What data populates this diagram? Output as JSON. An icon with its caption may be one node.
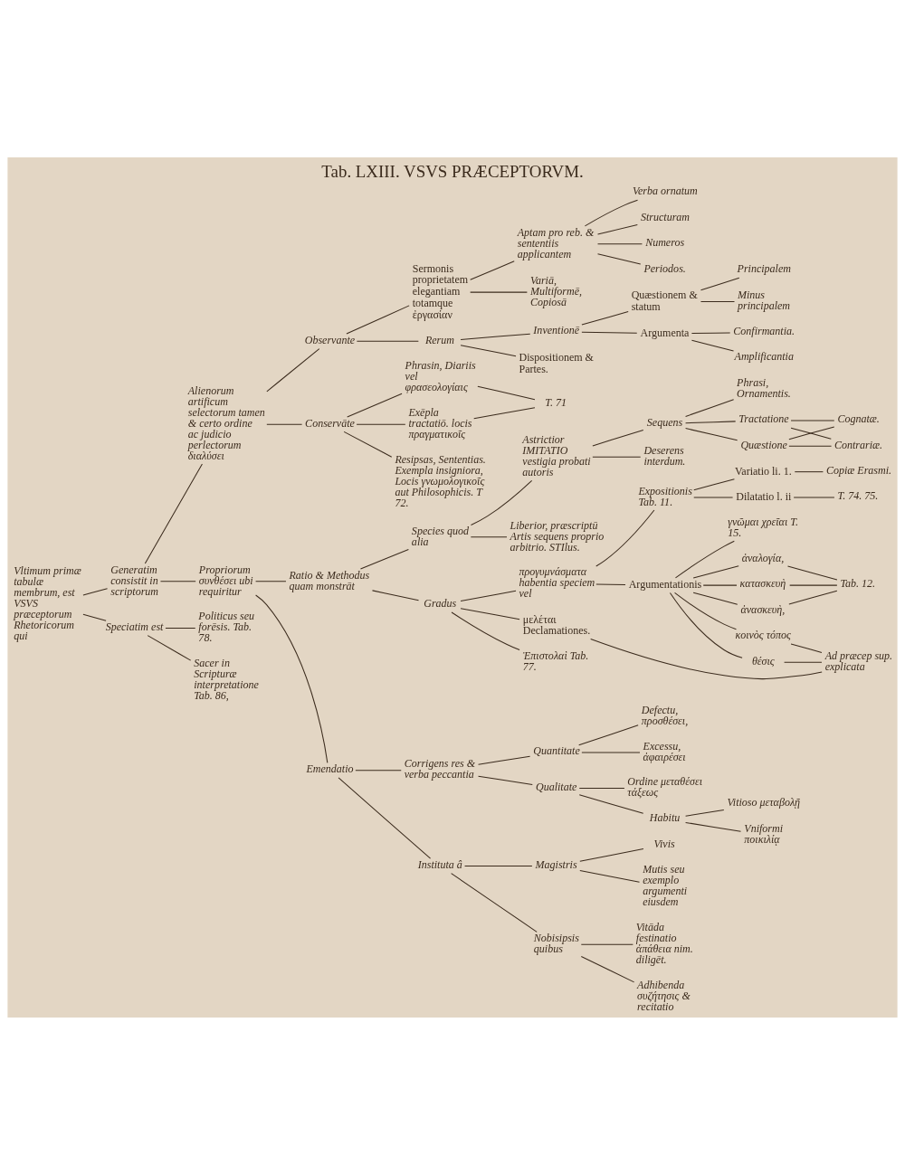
{
  "diagram": {
    "title": "Tab. LXIII. VSVS PRÆCEPTORVM.",
    "nodes": [
      {
        "text": [
          "Vltimum primæ tabulæ membrum, est VSVS præceptorum Rhetoricorum qui"
        ]
      },
      {
        "text": [
          "Generatim consistit in scriptorum"
        ]
      },
      {
        "text": [
          "Alienorum artificum selectorum tamen & certo ordine ac judicio perlectorum διαλύσει"
        ]
      },
      {
        "text": [
          "Observante"
        ]
      },
      {
        "text": [
          "Sermonis proprietatem elegantiam totamque ἐργασίαν"
        ]
      },
      {
        "text": [
          "Aptam pro reb. & sententiis applicantem"
        ]
      },
      {
        "text": [
          "Verba ornatum"
        ]
      },
      {
        "text": [
          "Structuram"
        ]
      },
      {
        "text": [
          "Numeros"
        ]
      },
      {
        "text": [
          "Periodos."
        ]
      },
      {
        "text": [
          "Variā, Multiformē, Copiosā"
        ]
      },
      {
        "text": [
          "Rerum"
        ]
      },
      {
        "text": [
          "Inventionē"
        ]
      },
      {
        "text": [
          "Quæstionem & statum"
        ]
      },
      {
        "text": [
          "Principalem"
        ]
      },
      {
        "text": [
          "Minus principalem"
        ]
      },
      {
        "text": [
          "Argumenta"
        ]
      },
      {
        "text": [
          "Confirmantia."
        ]
      },
      {
        "text": [
          "Amplificantia"
        ]
      },
      {
        "text": [
          "Dispositionem & Partes."
        ]
      },
      {
        "text": [
          "Conservāte"
        ]
      },
      {
        "text": [
          "Phrasin, Diariis vel φρασεολογίαις"
        ]
      },
      {
        "text": [
          "Exēpla tractatiō. locis πραγματικοῖς"
        ]
      },
      {
        "text": [
          "T. 71"
        ]
      },
      {
        "text": [
          "Resipsas, Sententias. Exempla insigniora, Locis γνωμολογικοῖς aut Philosophicis. T 72."
        ]
      },
      {
        "text": [
          "Propriorum συνθέσει ubi requiritur"
        ]
      },
      {
        "text": [
          "Ratio & Methodus quam monstrāt"
        ]
      },
      {
        "text": [
          "Species quod alia"
        ]
      },
      {
        "text": [
          "Astrictior IMITATIO vestigia probati autoris"
        ]
      },
      {
        "text": [
          "Sequens"
        ]
      },
      {
        "text": [
          "Phrasi, Ornamentis."
        ]
      },
      {
        "text": [
          "Tractatione"
        ]
      },
      {
        "text": [
          "Quæstione"
        ]
      },
      {
        "text": [
          "Cognatæ."
        ]
      },
      {
        "text": [
          "Contrariæ."
        ]
      },
      {
        "text": [
          "Deserens interdum."
        ]
      },
      {
        "text": [
          "Liberior, præscriptū Artis sequens proprio arbitrio. STIlus."
        ]
      },
      {
        "text": [
          "Gradus"
        ]
      },
      {
        "text": [
          "προγυμνάσματα habentia speciem vel"
        ]
      },
      {
        "text": [
          "Expositionis Tab. 11."
        ]
      },
      {
        "text": [
          "Variatio li. 1."
        ]
      },
      {
        "text": [
          "Copiæ Erasmi."
        ]
      },
      {
        "text": [
          "Dilatatio l. ii"
        ]
      },
      {
        "text": [
          "T. 74. 75."
        ]
      },
      {
        "text": [
          "Argumentationis"
        ]
      },
      {
        "text": [
          "γνῶμαι χρεῖαι T. 15."
        ]
      },
      {
        "text": [
          "ἀναλογία,"
        ]
      },
      {
        "text": [
          "κατασκευὴ"
        ]
      },
      {
        "text": [
          "ἀνασκευὴ,"
        ]
      },
      {
        "text": [
          "Tab. 12."
        ]
      },
      {
        "text": [
          "κοινὸς τόπος"
        ]
      },
      {
        "text": [
          "θέσις"
        ]
      },
      {
        "text": [
          "Ad præcep sup. explicata"
        ]
      },
      {
        "text": [
          "μελέται Declamationes."
        ]
      },
      {
        "text": [
          "Ἐπιστολαὶ Tab. 77."
        ]
      },
      {
        "text": [
          "Emendatio"
        ]
      },
      {
        "text": [
          "Corrigens res & verba peccantia"
        ]
      },
      {
        "text": [
          "Quantitate"
        ]
      },
      {
        "text": [
          "Defectu, προσθέσει,"
        ]
      },
      {
        "text": [
          "Excessu, ἀφαιρέσει"
        ]
      },
      {
        "text": [
          "Qualitate"
        ]
      },
      {
        "text": [
          "Ordine μεταθέσει τάξεως"
        ]
      },
      {
        "text": [
          "Habitu"
        ]
      },
      {
        "text": [
          "Vitioso μεταβολῇ"
        ]
      },
      {
        "text": [
          "Vniformi ποικιλίᾳ"
        ]
      },
      {
        "text": [
          "Instituta â"
        ]
      },
      {
        "text": [
          "Magistris"
        ]
      },
      {
        "text": [
          "Vivis"
        ]
      },
      {
        "text": [
          "Mutis seu exemplo argumenti eiusdem"
        ]
      },
      {
        "text": [
          "Nobisipsis quibus"
        ]
      },
      {
        "text": [
          "Vitāda festinatio ἀπάθεια nim. diligēt."
        ]
      },
      {
        "text": [
          "Adhibenda συζήτησις & recitatio"
        ]
      },
      {
        "text": [
          "Speciatim est"
        ]
      },
      {
        "text": [
          "Politicus seu forēsis. Tab. 78."
        ]
      },
      {
        "text": [
          "Sacer in Scripturæ interpretatione Tab. 86,"
        ]
      }
    ],
    "edges": [
      {
        "from": 0,
        "to": 1,
        "arrow": "none"
      },
      {
        "from": 0,
        "to": 72,
        "arrow": "none"
      },
      {
        "from": 1,
        "to": 2,
        "arrow": "none"
      },
      {
        "from": 1,
        "to": 25,
        "arrow": "none"
      },
      {
        "from": 2,
        "to": 3,
        "arrow": "none"
      },
      {
        "from": 2,
        "to": 20,
        "arrow": "none"
      },
      {
        "from": 3,
        "to": 4,
        "arrow": "none"
      },
      {
        "from": 3,
        "to": 11,
        "arrow": "none"
      },
      {
        "from": 4,
        "to": 5,
        "arrow": "none"
      },
      {
        "from": 4,
        "to": 10,
        "arrow": "none"
      },
      {
        "from": 5,
        "to": 6,
        "arrow": "none"
      },
      {
        "from": 5,
        "to": 7,
        "arrow": "none"
      },
      {
        "from": 5,
        "to": 8,
        "arrow": "none"
      },
      {
        "from": 5,
        "to": 9,
        "arrow": "none"
      },
      {
        "from": 11,
        "to": 12,
        "arrow": "none"
      },
      {
        "from": 11,
        "to": 19,
        "arrow": "none"
      },
      {
        "from": 12,
        "to": 13,
        "arrow": "none"
      },
      {
        "from": 12,
        "to": 16,
        "arrow": "none"
      },
      {
        "from": 13,
        "to": 14,
        "arrow": "none"
      },
      {
        "from": 13,
        "to": 15,
        "arrow": "none"
      },
      {
        "from": 16,
        "to": 17,
        "arrow": "none"
      },
      {
        "from": 16,
        "to": 18,
        "arrow": "none"
      },
      {
        "from": 20,
        "to": 21,
        "arrow": "none"
      },
      {
        "from": 20,
        "to": 22,
        "arrow": "none"
      },
      {
        "from": 20,
        "to": 24,
        "arrow": "none"
      },
      {
        "from": 21,
        "to": 23,
        "arrow": "none"
      },
      {
        "from": 22,
        "to": 23,
        "arrow": "none"
      },
      {
        "from": 25,
        "to": 26,
        "arrow": "none"
      },
      {
        "from": 25,
        "to": 55,
        "arrow": "none"
      },
      {
        "from": 26,
        "to": 27,
        "arrow": "none"
      },
      {
        "from": 26,
        "to": 37,
        "arrow": "none"
      },
      {
        "from": 27,
        "to": 28,
        "arrow": "none"
      },
      {
        "from": 27,
        "to": 36,
        "arrow": "none"
      },
      {
        "from": 28,
        "to": 29,
        "arrow": "none"
      },
      {
        "from": 28,
        "to": 35,
        "arrow": "none"
      },
      {
        "from": 29,
        "to": 30,
        "arrow": "none"
      },
      {
        "from": 29,
        "to": 31,
        "arrow": "none"
      },
      {
        "from": 29,
        "to": 32,
        "arrow": "none"
      },
      {
        "from": 31,
        "to": 33,
        "arrow": "none"
      },
      {
        "from": 31,
        "to": 34,
        "arrow": "none"
      },
      {
        "from": 32,
        "to": 33,
        "arrow": "none"
      },
      {
        "from": 32,
        "to": 34,
        "arrow": "none"
      },
      {
        "from": 37,
        "to": 38,
        "arrow": "none"
      },
      {
        "from": 37,
        "to": 53,
        "arrow": "none"
      },
      {
        "from": 37,
        "to": 54,
        "arrow": "none"
      },
      {
        "from": 38,
        "to": 39,
        "arrow": "none"
      },
      {
        "from": 38,
        "to": 44,
        "arrow": "none"
      },
      {
        "from": 39,
        "to": 40,
        "arrow": "none"
      },
      {
        "from": 39,
        "to": 42,
        "arrow": "none"
      },
      {
        "from": 40,
        "to": 41,
        "arrow": "none"
      },
      {
        "from": 42,
        "to": 43,
        "arrow": "none"
      },
      {
        "from": 44,
        "to": 45,
        "arrow": "none"
      },
      {
        "from": 44,
        "to": 46,
        "arrow": "none"
      },
      {
        "from": 44,
        "to": 47,
        "arrow": "none"
      },
      {
        "from": 44,
        "to": 48,
        "arrow": "none"
      },
      {
        "from": 44,
        "to": 50,
        "arrow": "none"
      },
      {
        "from": 44,
        "to": 51,
        "arrow": "none"
      },
      {
        "from": 46,
        "to": 49,
        "arrow": "none"
      },
      {
        "from": 47,
        "to": 49,
        "arrow": "none"
      },
      {
        "from": 48,
        "to": 49,
        "arrow": "none"
      },
      {
        "from": 50,
        "to": 52,
        "arrow": "none"
      },
      {
        "from": 51,
        "to": 52,
        "arrow": "none"
      },
      {
        "from": 53,
        "to": 52,
        "arrow": "none"
      },
      {
        "from": 55,
        "to": 56,
        "arrow": "none"
      },
      {
        "from": 55,
        "to": 65,
        "arrow": "none"
      },
      {
        "from": 56,
        "to": 57,
        "arrow": "none"
      },
      {
        "from": 56,
        "to": 60,
        "arrow": "none"
      },
      {
        "from": 57,
        "to": 58,
        "arrow": "none"
      },
      {
        "from": 57,
        "to": 59,
        "arrow": "none"
      },
      {
        "from": 60,
        "to": 61,
        "arrow": "none"
      },
      {
        "from": 60,
        "to": 62,
        "arrow": "none"
      },
      {
        "from": 62,
        "to": 63,
        "arrow": "none"
      },
      {
        "from": 62,
        "to": 64,
        "arrow": "none"
      },
      {
        "from": 65,
        "to": 66,
        "arrow": "none"
      },
      {
        "from": 65,
        "to": 69,
        "arrow": "none"
      },
      {
        "from": 66,
        "to": 67,
        "arrow": "none"
      },
      {
        "from": 66,
        "to": 68,
        "arrow": "none"
      },
      {
        "from": 69,
        "to": 70,
        "arrow": "none"
      },
      {
        "from": 69,
        "to": 71,
        "arrow": "none"
      },
      {
        "from": 72,
        "to": 73,
        "arrow": "none"
      },
      {
        "from": 72,
        "to": 74,
        "arrow": "none"
      }
    ]
  }
}
